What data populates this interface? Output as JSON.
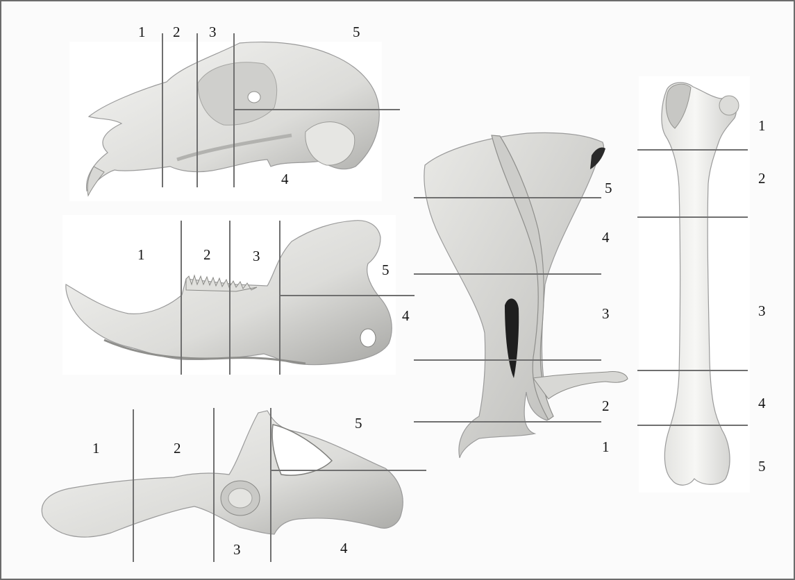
{
  "figure": {
    "panels": [
      {
        "id": "skull",
        "labels": [
          "1",
          "2",
          "3",
          "5",
          "4"
        ]
      },
      {
        "id": "mandible",
        "labels": [
          "1",
          "2",
          "3",
          "5",
          "4"
        ]
      },
      {
        "id": "pelvis",
        "labels": [
          "1",
          "2",
          "5",
          "3",
          "4"
        ]
      },
      {
        "id": "scapula",
        "labels": [
          "5",
          "4",
          "3",
          "2",
          "1"
        ]
      },
      {
        "id": "femur",
        "labels": [
          "1",
          "2",
          "3",
          "4",
          "5"
        ]
      }
    ]
  },
  "colors": {
    "bone_light": "#f1f1ef",
    "bone_mid": "#d6d6d3",
    "bone_dark": "#9c9c99",
    "line": "#6f6f6f",
    "frame": "#6b6b6b"
  }
}
